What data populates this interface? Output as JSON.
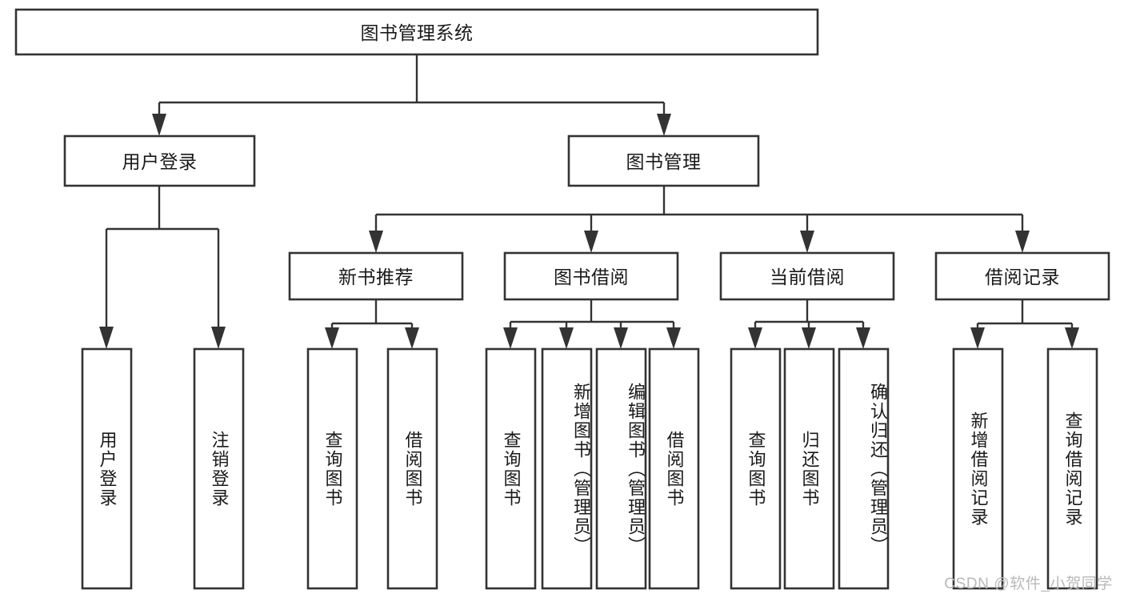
{
  "diagram": {
    "title": "图书管理系统",
    "type": "tree-hierarchy-diagram",
    "colors": {
      "box_stroke": "#333333",
      "box_fill": "#ffffff",
      "connector": "#333333",
      "text": "#1a1a1a",
      "watermark": "#b9b9b9",
      "background": "#ffffff"
    },
    "root": {
      "label": "图书管理系统"
    },
    "level1": [
      {
        "label": "用户登录"
      },
      {
        "label": "图书管理"
      }
    ],
    "level2": [
      {
        "label": "新书推荐"
      },
      {
        "label": "图书借阅"
      },
      {
        "label": "当前借阅"
      },
      {
        "label": "借阅记录"
      }
    ],
    "leaves": {
      "user_login": [
        {
          "label": "用户登录"
        },
        {
          "label": "注销登录"
        }
      ],
      "new_book_recommend": [
        {
          "label": "查询图书"
        },
        {
          "label": "借阅图书"
        }
      ],
      "book_borrow": [
        {
          "label": "查询图书"
        },
        {
          "label": "新增图书（管理员）"
        },
        {
          "label": "编辑图书（管理员）"
        },
        {
          "label": "借阅图书"
        }
      ],
      "current_borrow": [
        {
          "label": "查询图书"
        },
        {
          "label": "归还图书"
        },
        {
          "label": "确认归还（管理员）"
        }
      ],
      "borrow_record": [
        {
          "label": "新增借阅记录"
        },
        {
          "label": "查询借阅记录"
        }
      ]
    }
  },
  "watermark": {
    "text": "CSDN @软件_小贺同学"
  }
}
